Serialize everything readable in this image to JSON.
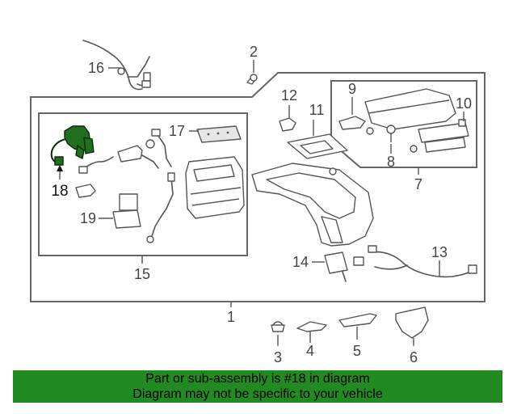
{
  "callouts": {
    "p1": "1",
    "p2": "2",
    "p3": "3",
    "p4": "4",
    "p5": "5",
    "p6": "6",
    "p7": "7",
    "p8": "8",
    "p9": "9",
    "p10": "10",
    "p11": "11",
    "p12": "12",
    "p13": "13",
    "p14": "14",
    "p15": "15",
    "p16": "16",
    "p17": "17",
    "p18": "18",
    "p19": "19"
  },
  "highlighted_part": "18",
  "colors": {
    "banner_bg": "#218a21",
    "highlight": "#1f6f1f",
    "line": "#555555"
  },
  "banner": {
    "line1": "Part or sub-assembly is #18 in diagram",
    "line2": "Diagram may not be specific to your vehicle"
  }
}
